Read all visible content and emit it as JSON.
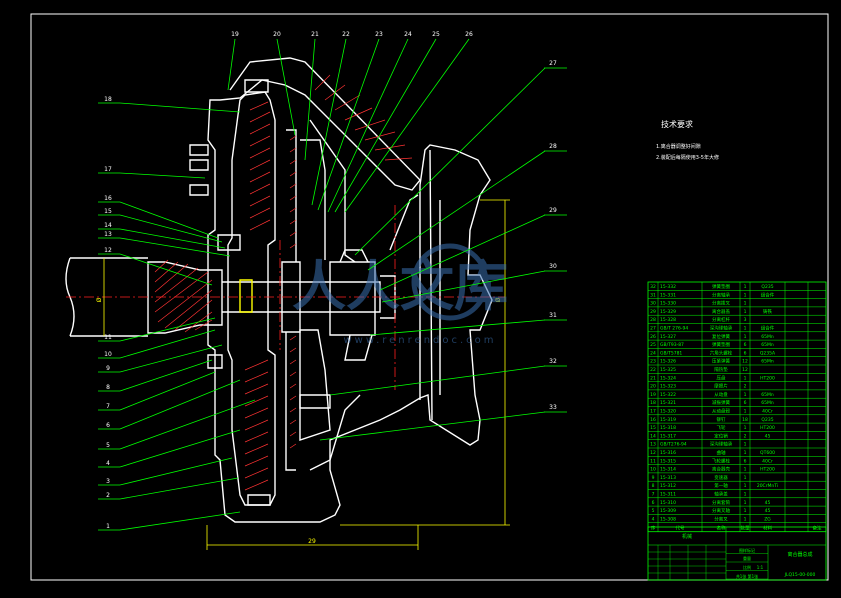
{
  "drawing": {
    "tech_requirements": {
      "title": "技术要求",
      "items": [
        "1.离合器调整好间隙",
        "2.装配后每隔使用3-5年大修"
      ]
    },
    "part_labels": [
      "1",
      "2",
      "3",
      "4",
      "5",
      "6",
      "7",
      "8",
      "9",
      "10",
      "11",
      "12",
      "13",
      "14",
      "15",
      "16",
      "17",
      "18",
      "19",
      "20",
      "21",
      "22",
      "23",
      "24",
      "25",
      "26",
      "27",
      "28",
      "29",
      "30",
      "31",
      "32",
      "33"
    ],
    "dimension_labels": {
      "bottom": "29",
      "right": "Ø",
      "shaft": "Ø"
    },
    "watermark": {
      "chars": "人人文库",
      "url": "www.renrendoc.com"
    },
    "colors": {
      "background": "#000000",
      "frame": "#ffffff",
      "outline": "#ffffff",
      "leader": "#00ff00",
      "centerline": "#ff2020",
      "hatch": "#ff3333",
      "label": "#ffffff",
      "table_line": "#00ff00",
      "table_text": "#00ff00",
      "title_text": "#00ff00",
      "yellow": "#ffff00"
    },
    "bom": {
      "rows": [
        {
          "code": "15-332",
          "name": "弹簧垫圈",
          "qty": "1",
          "mat": "Q235"
        },
        {
          "code": "15-331",
          "name": "分离轴承",
          "qty": "1",
          "mat": "组合件"
        },
        {
          "code": "15-330",
          "name": "分离拨叉",
          "qty": "1",
          "mat": ""
        },
        {
          "code": "15-329",
          "name": "离合器盖",
          "qty": "1",
          "mat": "铸铁"
        },
        {
          "code": "15-328",
          "name": "分离杠杆",
          "qty": "3",
          "mat": ""
        },
        {
          "code": "GB/T 276-94",
          "name": "深沟球轴承",
          "qty": "1",
          "mat": "组合件"
        },
        {
          "code": "15-327",
          "name": "复位弹簧",
          "qty": "1",
          "mat": "65Mn"
        },
        {
          "code": "GB/T93-87",
          "name": "弹簧垫圈",
          "qty": "6",
          "mat": "65Mn"
        },
        {
          "code": "GB/T5781",
          "name": "六角头螺栓",
          "qty": "6",
          "mat": "Q235A"
        },
        {
          "code": "15-326",
          "name": "压紧弹簧",
          "qty": "12",
          "mat": "65Mn"
        },
        {
          "code": "15-325",
          "name": "隔热垫",
          "qty": "12",
          "mat": ""
        },
        {
          "code": "15-324",
          "name": "压盘",
          "qty": "1",
          "mat": "HT200"
        },
        {
          "code": "15-323",
          "name": "摩擦片",
          "qty": "2",
          "mat": ""
        },
        {
          "code": "15-322",
          "name": "从动盘",
          "qty": "1",
          "mat": "65Mn"
        },
        {
          "code": "15-321",
          "name": "减振弹簧",
          "qty": "6",
          "mat": "65Mn"
        },
        {
          "code": "15-320",
          "name": "从动盘毂",
          "qty": "1",
          "mat": "40Cr"
        },
        {
          "code": "15-319",
          "name": "铆钉",
          "qty": "18",
          "mat": "Q235"
        },
        {
          "code": "15-318",
          "name": "飞轮",
          "qty": "1",
          "mat": "HT200"
        },
        {
          "code": "15-317",
          "name": "定位销",
          "qty": "2",
          "mat": "45"
        },
        {
          "code": "GB/T276-94",
          "name": "深沟球轴承",
          "qty": "1",
          "mat": ""
        },
        {
          "code": "15-316",
          "name": "曲轴",
          "qty": "1",
          "mat": "QT600"
        },
        {
          "code": "15-315",
          "name": "飞轮螺栓",
          "qty": "6",
          "mat": "40Cr"
        },
        {
          "code": "15-314",
          "name": "离合器壳",
          "qty": "1",
          "mat": "HT200"
        },
        {
          "code": "15-313",
          "name": "变速器",
          "qty": "1",
          "mat": ""
        },
        {
          "code": "15-312",
          "name": "第一轴",
          "qty": "1",
          "mat": "20CrMnTi"
        },
        {
          "code": "15-311",
          "name": "轴承盖",
          "qty": "1",
          "mat": ""
        },
        {
          "code": "15-310",
          "name": "分离套筒",
          "qty": "1",
          "mat": "45"
        },
        {
          "code": "15-309",
          "name": "分离叉轴",
          "qty": "1",
          "mat": "45"
        },
        {
          "code": "15-308",
          "name": "分离叉",
          "qty": "1",
          "mat": "ZG"
        }
      ],
      "header": {
        "no": "序",
        "code": "代号",
        "name": "名称",
        "qty": "数量",
        "mat": "材料",
        "note": "备注"
      }
    },
    "title_block": {
      "company": "机械",
      "drawing_title": "离合器总成",
      "drawing_no": "JLQ15-00-000",
      "scale": "1:1",
      "sheet": "共1张 第1张",
      "stage": "图样标记",
      "weight": "重量",
      "ratio": "比例"
    }
  }
}
